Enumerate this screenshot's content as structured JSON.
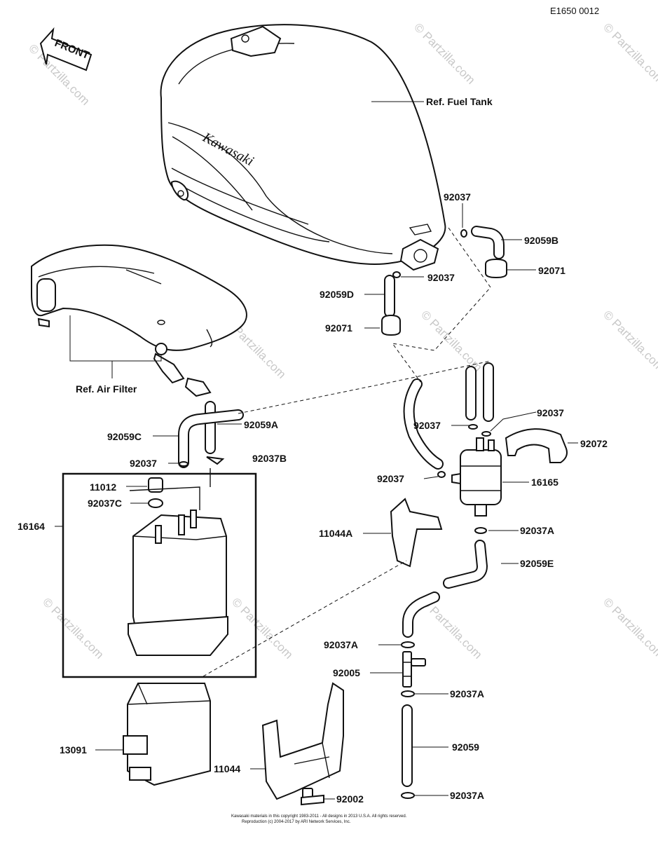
{
  "diagram_code": "E1650 0012",
  "front_arrow": "FRONT",
  "brand_on_tank": "Kawasaki",
  "watermark": "© Partzilla.com",
  "references": {
    "fuel_tank": "Ref. Fuel Tank",
    "air_filter": "Ref. Air Filter"
  },
  "labels": {
    "p92037_top": "92037",
    "p92059B": "92059B",
    "p92037_mid": "92037",
    "p92071_r": "92071",
    "p92059D": "92059D",
    "p92071_l": "92071",
    "p92059C": "92059C",
    "p92059A": "92059A",
    "p92037_r2": "92037",
    "p92037_l2": "92037",
    "p92072": "92072",
    "p92037_left": "92037",
    "p92037B": "92037B",
    "p11012": "11012",
    "p92037C": "92037C",
    "p92037_hose": "92037",
    "p16165": "16165",
    "p16164": "16164",
    "p11044A": "11044A",
    "p92037A_1": "92037A",
    "p92059E": "92059E",
    "p92037A_2": "92037A",
    "p92005": "92005",
    "p92037A_3": "92037A",
    "p13091": "13091",
    "p92059": "92059",
    "p11044": "11044",
    "p92037A_4": "92037A",
    "p92002": "92002"
  },
  "copyright_lines": [
    "Kawasaki materials in this copyright 1983-2011 - All designs in 2013 U.S.A. All rights reserved.",
    "Reproduction (c) 2004-2017 by ARI Network Services, Inc."
  ]
}
